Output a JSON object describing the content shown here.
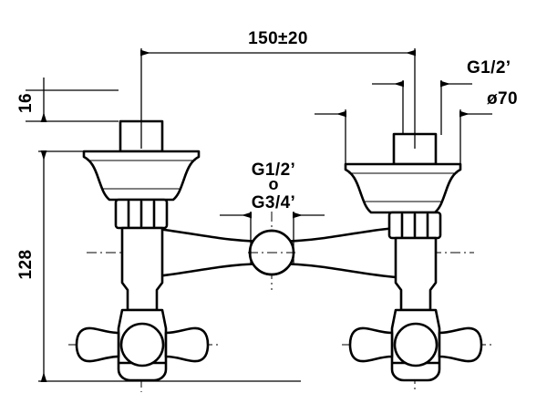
{
  "drawing": {
    "title": "Two-handle wall-mounted mixer tap technical dimension drawing",
    "background_color": "#ffffff",
    "line_color": "#000000",
    "dimensions": {
      "center_distance": "150±20",
      "spud_height": "16",
      "overall_height": "128",
      "inlet_thread": "G1/2’",
      "flange_diameter": "ø70",
      "outlet_thread_primary": "G1/2’",
      "outlet_thread_or": "o",
      "outlet_thread_secondary": "G3/4’"
    },
    "labels": [
      {
        "id": "center-distance",
        "text": "150±20",
        "kind": "linear-dimension",
        "orientation": "horizontal"
      },
      {
        "id": "spud-height",
        "text": "16",
        "kind": "linear-dimension",
        "orientation": "vertical"
      },
      {
        "id": "overall-height",
        "text": "128",
        "kind": "linear-dimension",
        "orientation": "vertical"
      },
      {
        "id": "inlet-thread",
        "text": "G1/2’",
        "kind": "thread-callout",
        "orientation": "horizontal"
      },
      {
        "id": "flange-diameter",
        "text": "ø70",
        "kind": "diameter-callout",
        "orientation": "horizontal"
      },
      {
        "id": "outlet-thread-primary",
        "text": "G1/2’",
        "kind": "thread-callout",
        "orientation": "horizontal"
      },
      {
        "id": "outlet-thread-or",
        "text": "o",
        "kind": "alternative-separator",
        "orientation": "horizontal"
      },
      {
        "id": "outlet-thread-secondary",
        "text": "G3/4’",
        "kind": "thread-callout",
        "orientation": "horizontal"
      }
    ],
    "parts": [
      {
        "id": "left-spud",
        "name": "left inlet spud"
      },
      {
        "id": "left-escutcheon",
        "name": "left bell escutcheon"
      },
      {
        "id": "left-hex-nut",
        "name": "left hex nut"
      },
      {
        "id": "left-riser",
        "name": "left valve riser"
      },
      {
        "id": "left-cross-handle",
        "name": "left cross handle"
      },
      {
        "id": "right-spud",
        "name": "right inlet spud"
      },
      {
        "id": "right-escutcheon",
        "name": "right bell escutcheon"
      },
      {
        "id": "right-hex-nut",
        "name": "right hex nut"
      },
      {
        "id": "right-riser",
        "name": "right valve riser"
      },
      {
        "id": "right-cross-handle",
        "name": "right cross handle"
      },
      {
        "id": "center-body",
        "name": "horizontal mixer body"
      },
      {
        "id": "center-outlet",
        "name": "center outlet thread port"
      }
    ]
  }
}
